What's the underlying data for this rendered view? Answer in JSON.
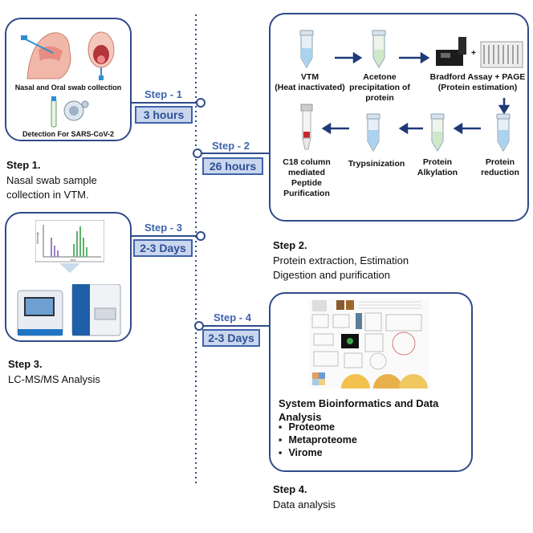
{
  "step1": {
    "panel_label_swab": "Nasal and Oral swab collection",
    "panel_label_detect": "Detection For SARS-CoV-2",
    "timeline_label": "Step - 1",
    "duration": "3 hours",
    "caption_title": "Step 1.",
    "caption_line1": "Nasal swab sample",
    "caption_line2": "collection in VTM."
  },
  "step2": {
    "timeline_label": "Step - 2",
    "duration": "26 hours",
    "caption_title": "Step 2.",
    "caption_line1": "Protein extraction, Estimation",
    "caption_line2": "Digestion and purification",
    "workflow": {
      "vtm_line1": "VTM",
      "vtm_line2": "(Heat inactivated)",
      "acetone_line1": "Acetone",
      "acetone_line2": "precipitation of",
      "acetone_line3": "protein",
      "bradford_line1": "Bradford Assay + PAGE",
      "bradford_line2": "(Protein estimation)",
      "reduction_line1": "Protein",
      "reduction_line2": "reduction",
      "alkylation_line1": "Protein",
      "alkylation_line2": "Alkylation",
      "trypsin": "Trypsinization",
      "c18_line1": "C18 column",
      "c18_line2": "mediated",
      "c18_line3": "Peptide",
      "c18_line4": "Purification",
      "plus": "+"
    }
  },
  "step3": {
    "timeline_label": "Step - 3",
    "duration": "2-3 Days",
    "caption_title": "Step 3.",
    "caption_line1": "LC-MS/MS Analysis",
    "axis_y": "Intensity",
    "axis_x": "m/z"
  },
  "step4": {
    "timeline_label": "Step - 4",
    "duration": "2-3 Days",
    "caption_title": "Step 4.",
    "caption_line1": "Data analysis",
    "panel_title_line1": "System Bioinformatics and Data",
    "panel_title_line2": "Analysis",
    "items": [
      "Proteome",
      "Metaproteome",
      "Virome"
    ]
  },
  "colors": {
    "panel_border": "#2f4b8a",
    "step_blue": "#3f63ad",
    "box_fill": "#c9d6ee",
    "arrow": "#1f3a7a",
    "tube_blue": "#a9d3ef"
  }
}
